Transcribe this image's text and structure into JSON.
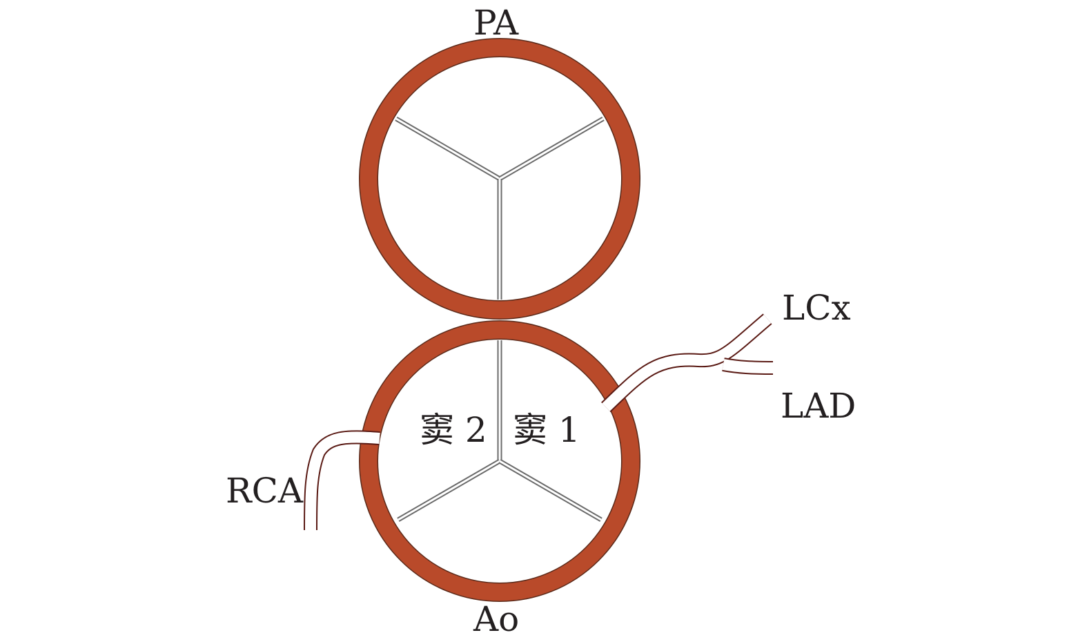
{
  "labels": {
    "pa": "PA",
    "ao": "Ao",
    "lcx": "LCx",
    "lad": "LAD",
    "rca": "RCA",
    "sinus_2": "窦 2",
    "sinus_1": "窦 1"
  },
  "colors": {
    "vessel_wall": "#b94a2a",
    "wall_outline": "#5a2a1a",
    "artery_outline": "#5a1a14",
    "text": "#231f20"
  }
}
